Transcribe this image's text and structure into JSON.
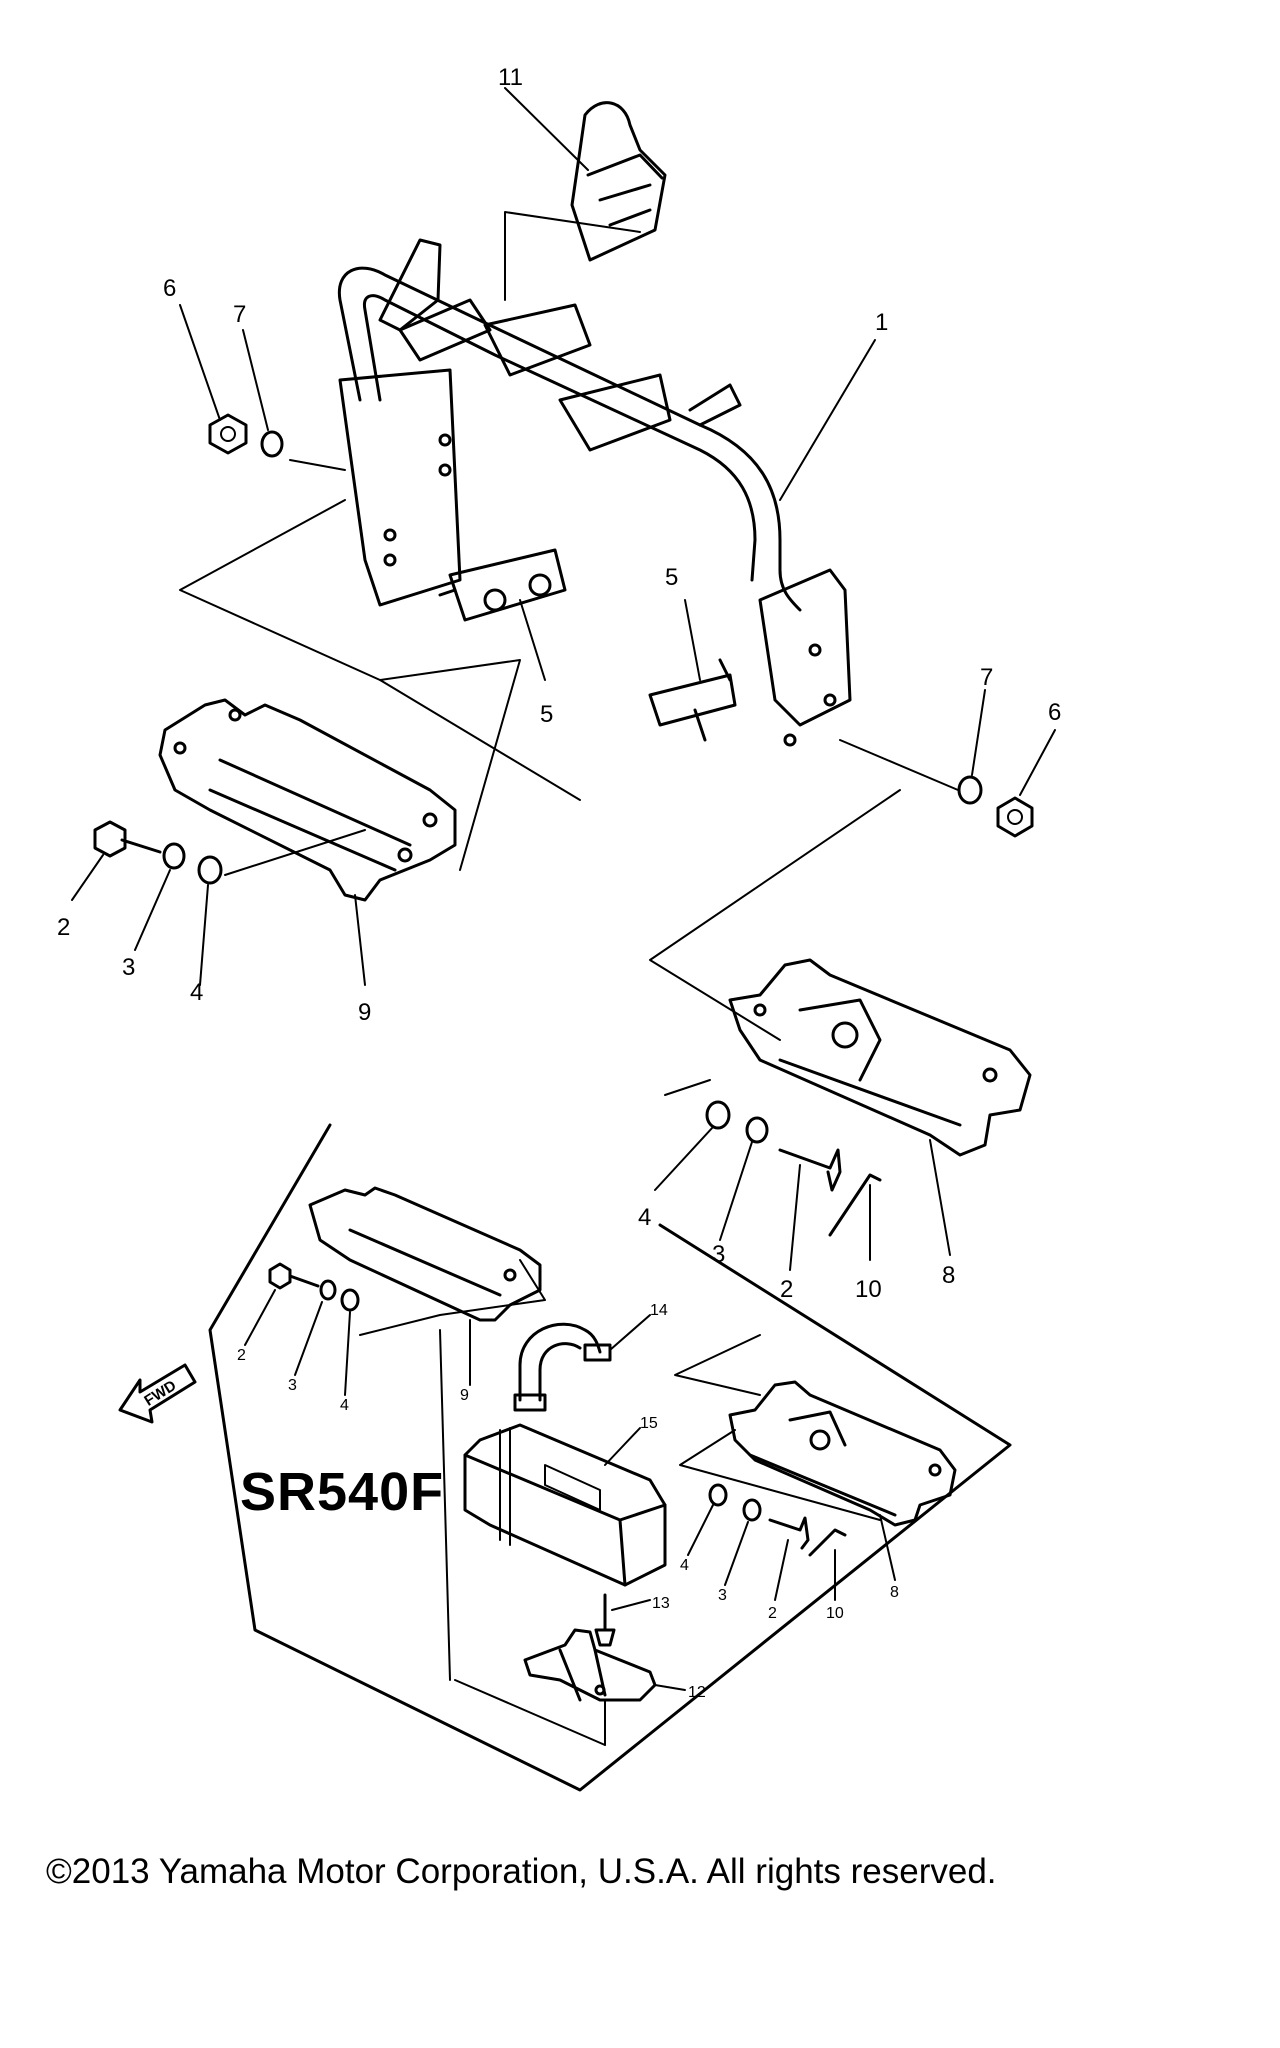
{
  "diagram": {
    "model": "SR540F",
    "forward_marker": "FWD",
    "callouts_main": [
      "11",
      "6",
      "7",
      "1",
      "5",
      "5",
      "7",
      "6",
      "2",
      "3",
      "4",
      "9",
      "4",
      "3",
      "2",
      "10",
      "8"
    ],
    "callouts_inset": [
      "2",
      "3",
      "4",
      "9",
      "14",
      "15",
      "4",
      "3",
      "2",
      "10",
      "8",
      "13",
      "12"
    ]
  },
  "footer": {
    "copyright": "©2013 Yamaha Motor Corporation, U.S.A. All rights reserved."
  }
}
